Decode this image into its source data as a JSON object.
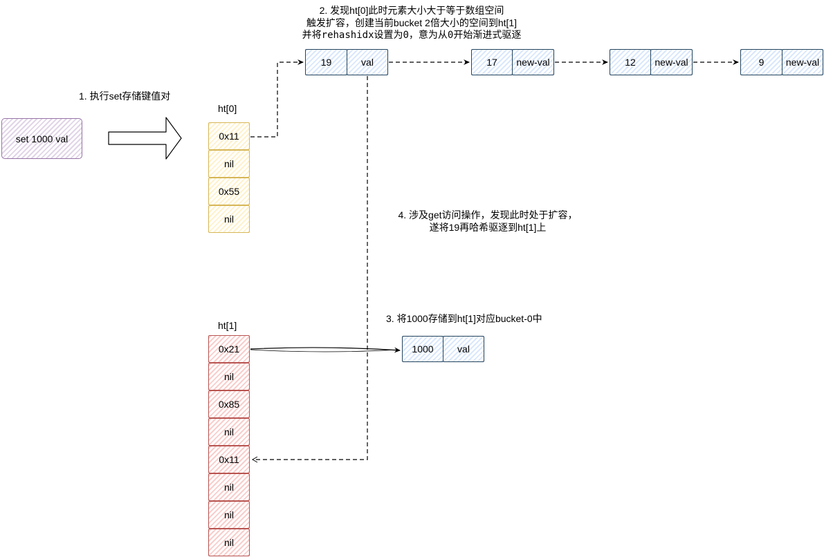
{
  "command": {
    "label": "set 1000 val"
  },
  "steps": {
    "step1": "1. 执行set存储键值对",
    "step2_line1": "2. 发现ht[0]此时元素大小大于等于数组空间",
    "step2_line2": "触发扩容，创建当前bucket 2倍大小的空间到ht[1]",
    "step2_line3": "并将rehashidx设置为0，意为从0开始渐进式驱逐",
    "step3": "3. 将1000存储到ht[1]对应bucket-0中",
    "step4_line1": "4. 涉及get访问操作，发现此时处于扩容，",
    "step4_line2": "遂将19再哈希驱逐到ht[1]上"
  },
  "ht0": {
    "title": "ht[0]",
    "buckets": [
      "0x11",
      "nil",
      "0x55",
      "nil"
    ]
  },
  "ht1": {
    "title": "ht[1]",
    "buckets": [
      "0x21",
      "nil",
      "0x85",
      "nil",
      "0x11",
      "nil",
      "nil",
      "nil"
    ]
  },
  "chain_nodes": [
    {
      "key": "19",
      "value": "val"
    },
    {
      "key": "17",
      "value": "new-val"
    },
    {
      "key": "12",
      "value": "new-val"
    },
    {
      "key": "9",
      "value": "new-val"
    }
  ],
  "new_entry": {
    "key": "1000",
    "value": "val"
  },
  "colors": {
    "command_stroke": "#9673a6",
    "ht0_stroke": "#d6b656",
    "ht1_stroke": "#b85450",
    "node_stroke": "#23445d"
  }
}
